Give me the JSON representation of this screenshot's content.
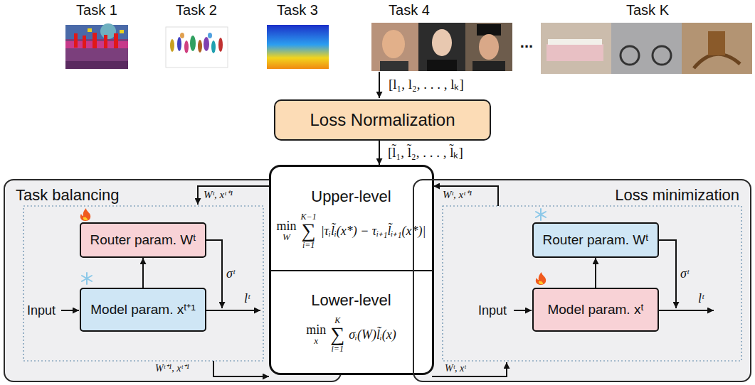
{
  "diagram": {
    "nodes": [
      {
        "text": [
          "Loss Normalization"
        ]
      },
      {
        "text": [
          "Task balancing"
        ]
      },
      {
        "text": [
          "Router param. Wᵗ"
        ],
        "in": 1
      },
      {
        "text": [
          "Model param. xᵗ⁺¹"
        ],
        "in": 1
      },
      {
        "text": [
          "Upper-level",
          "min",
          "W",
          "K−1",
          "∑",
          "i=1",
          "|τᵢl̃ᵢ(x*) − τᵢ₊₁l̃ᵢ₊₁(x*)|",
          "Lower-level",
          "min",
          "x",
          "K",
          "∑",
          "i=1",
          "σᵢ(W)l̃ᵢ(x)"
        ]
      },
      {
        "text": [
          "Loss minimization"
        ]
      },
      {
        "text": [
          "Router param. Wᵗ"
        ],
        "in": 5
      },
      {
        "text": [
          "Model param. xᵗ"
        ],
        "in": 5
      }
    ],
    "edges": [
      {
        "from": 0,
        "to": 4,
        "arrow": "to",
        "label": "[l̃₁, l̃₂, . . . , l̃ₖ]"
      },
      {
        "from": 3,
        "to": 2,
        "arrow": "to"
      },
      {
        "from": 7,
        "to": 6,
        "arrow": "to"
      }
    ],
    "labels": [
      "Task 1",
      "Task 2",
      "Task 3",
      "Task 4",
      "Task K",
      "...",
      "[l₁, l₂, . . . , lₖ]",
      "Wᵗ, xᵗ⁺¹",
      "Input",
      "σᵗ",
      "lᵗ",
      "Wᵗ⁺¹, xᵗ⁺¹",
      "Wᵗ, xᵗ⁺¹",
      "Wᵗ, xᵗ",
      "Input",
      "σᵗ",
      "lᵗ"
    ]
  }
}
